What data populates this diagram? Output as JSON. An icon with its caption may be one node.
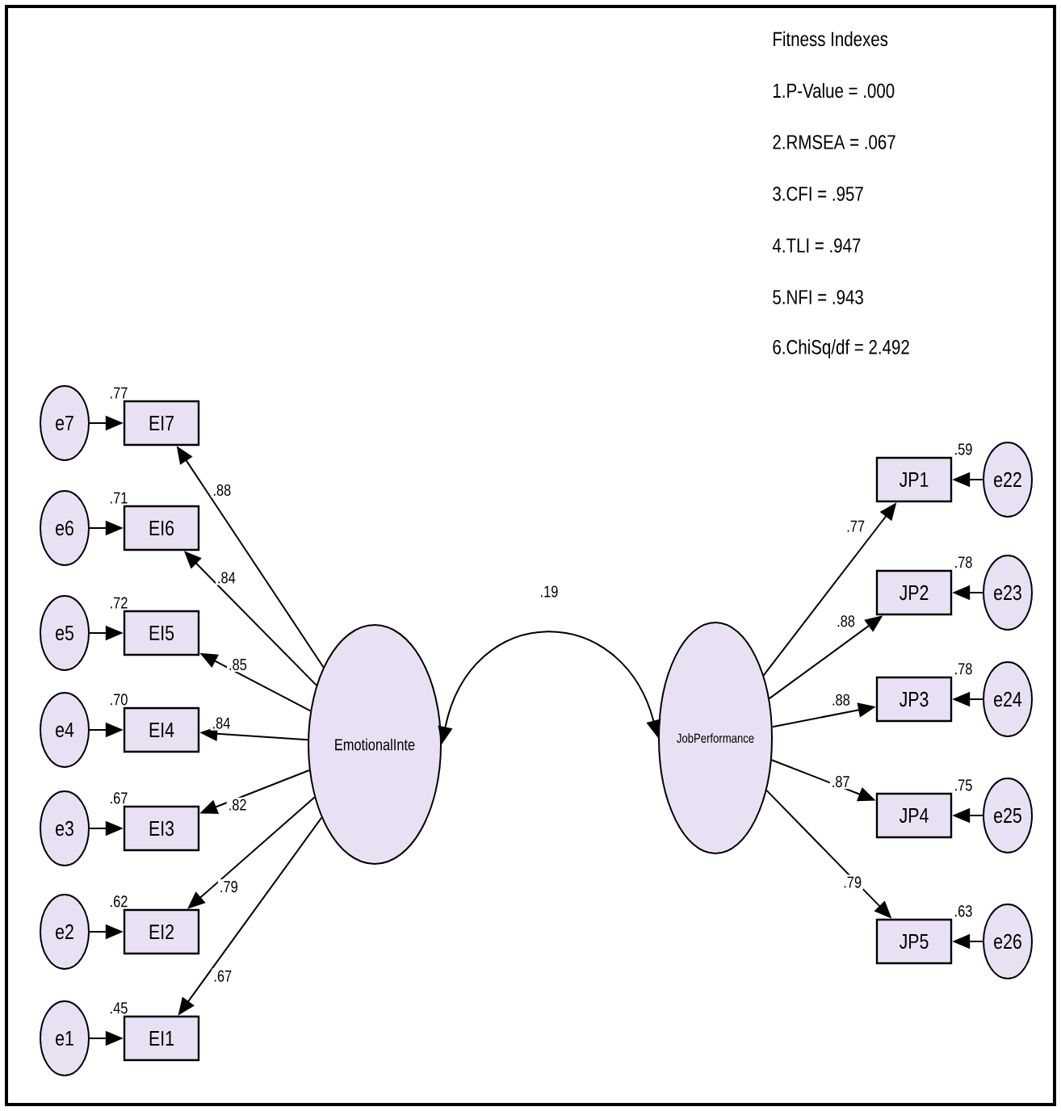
{
  "diagram": {
    "nodes": [
      {
        "text": [
          "e7"
        ]
      },
      {
        "text": [
          "e6"
        ]
      },
      {
        "text": [
          "e5"
        ]
      },
      {
        "text": [
          "e4"
        ]
      },
      {
        "text": [
          "e3"
        ]
      },
      {
        "text": [
          "e2"
        ]
      },
      {
        "text": [
          "e1"
        ]
      },
      {
        "text": [
          "EI7"
        ],
        "beside": [
          ".77"
        ]
      },
      {
        "text": [
          "EI6"
        ],
        "beside": [
          ".71"
        ]
      },
      {
        "text": [
          "EI5"
        ],
        "beside": [
          ".72"
        ]
      },
      {
        "text": [
          "EI4"
        ],
        "beside": [
          ".70"
        ]
      },
      {
        "text": [
          "EI3"
        ],
        "beside": [
          ".67"
        ]
      },
      {
        "text": [
          "EI2"
        ],
        "beside": [
          ".62"
        ]
      },
      {
        "text": [
          "EI1"
        ],
        "beside": [
          ".45"
        ]
      },
      {
        "text": [
          "EmotionalInte"
        ]
      },
      {
        "text": [
          "JobPerformance"
        ]
      },
      {
        "text": [
          "JP1"
        ],
        "beside": [
          ".59"
        ]
      },
      {
        "text": [
          "JP2"
        ],
        "beside": [
          ".78"
        ]
      },
      {
        "text": [
          "JP3"
        ],
        "beside": [
          ".78"
        ]
      },
      {
        "text": [
          "JP4"
        ],
        "beside": [
          ".75"
        ]
      },
      {
        "text": [
          "JP5"
        ],
        "beside": [
          ".63"
        ]
      },
      {
        "text": [
          "e22"
        ]
      },
      {
        "text": [
          "e23"
        ]
      },
      {
        "text": [
          "e24"
        ]
      },
      {
        "text": [
          "e25"
        ]
      },
      {
        "text": [
          "e26"
        ]
      }
    ],
    "edges": [
      {
        "from": 0,
        "to": 7,
        "arrow": "to"
      },
      {
        "from": 1,
        "to": 8,
        "arrow": "to"
      },
      {
        "from": 2,
        "to": 9,
        "arrow": "to"
      },
      {
        "from": 3,
        "to": 10,
        "arrow": "to"
      },
      {
        "from": 4,
        "to": 11,
        "arrow": "to"
      },
      {
        "from": 5,
        "to": 12,
        "arrow": "to"
      },
      {
        "from": 6,
        "to": 13,
        "arrow": "to"
      },
      {
        "from": 14,
        "to": 7,
        "arrow": "to",
        "label": ".88"
      },
      {
        "from": 14,
        "to": 8,
        "arrow": "to",
        "label": ".84"
      },
      {
        "from": 14,
        "to": 9,
        "arrow": "to",
        "label": ".85"
      },
      {
        "from": 14,
        "to": 10,
        "arrow": "to",
        "label": ".84"
      },
      {
        "from": 14,
        "to": 11,
        "arrow": "to",
        "label": ".82"
      },
      {
        "from": 14,
        "to": 12,
        "arrow": "to",
        "label": ".79"
      },
      {
        "from": 14,
        "to": 13,
        "arrow": "to",
        "label": ".67"
      },
      {
        "from": 14,
        "to": 15,
        "arrow": "both",
        "label": ".19"
      },
      {
        "from": 15,
        "to": 16,
        "arrow": "to",
        "label": ".77"
      },
      {
        "from": 15,
        "to": 17,
        "arrow": "to",
        "label": ".88"
      },
      {
        "from": 15,
        "to": 18,
        "arrow": "to",
        "label": ".88"
      },
      {
        "from": 15,
        "to": 19,
        "arrow": "to",
        "label": ".87"
      },
      {
        "from": 15,
        "to": 20,
        "arrow": "to",
        "label": ".79"
      },
      {
        "from": 21,
        "to": 16,
        "arrow": "to"
      },
      {
        "from": 22,
        "to": 17,
        "arrow": "to"
      },
      {
        "from": 23,
        "to": 18,
        "arrow": "to"
      },
      {
        "from": 24,
        "to": 19,
        "arrow": "to"
      },
      {
        "from": 25,
        "to": 20,
        "arrow": "to"
      }
    ],
    "labels": [
      "Fitness Indexes",
      "1.P-Value = .000",
      "2.RMSEA = .067",
      "3.CFI = .957",
      "4.TLI  = .947",
      "5.NFI = .943",
      "6.ChiSq/df = 2.492"
    ]
  }
}
